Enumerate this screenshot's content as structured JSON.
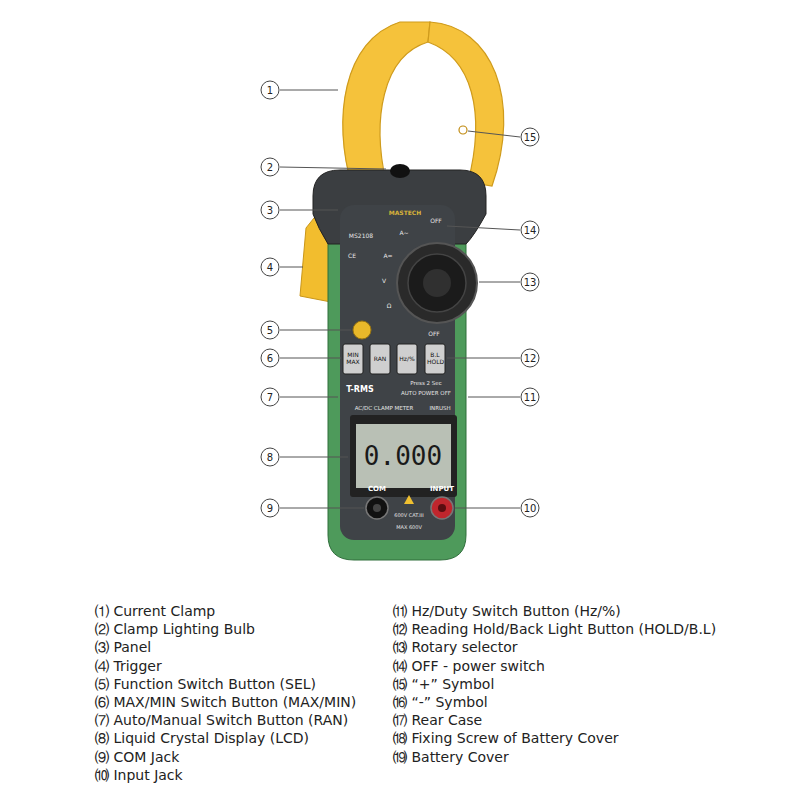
{
  "diagram": {
    "labels": [
      "1",
      "2",
      "3",
      "4",
      "5",
      "6",
      "7",
      "8",
      "9",
      "10",
      "11",
      "12",
      "13",
      "14",
      "15",
      "MASTECH",
      "MS2108",
      "CE",
      "A~",
      "OFF",
      "A=",
      "V",
      "Ω",
      "OFF",
      "MIN MAX",
      "RAN",
      "Hz/%",
      "B.L HOLD",
      "T-RMS",
      "Press 2 Sec",
      "AUTO POWER OFF",
      "AC/DC CLAMP METER",
      "INRUSH",
      "0.000",
      "COM",
      "INPUT",
      "600V CAT.III",
      "MAX 600V",
      "⑴ Current Clamp",
      "⑵ Clamp Lighting Bulb",
      "⑶ Panel",
      "⑷ Trigger",
      "⑸ Function Switch Button (SEL)",
      "⑹ MAX/MIN Switch Button (MAX/MIN)",
      "⑺ Auto/Manual Switch Button (RAN)",
      "⑻ Liquid Crystal Display (LCD)",
      "⑼ COM Jack",
      "⑽ Input Jack",
      "⑾ Hz/Duty Switch Button (Hz/%)",
      "⑿ Reading Hold/Back Light Button (HOLD/B.L)",
      "⒀ Rotary selector",
      "⒁ OFF - power switch",
      "⒂ “+” Symbol",
      "⒃ “-” Symbol",
      "⒄ Rear Case",
      "⒅ Fixing Screw of Battery Cover",
      "⒆ Battery Cover"
    ]
  }
}
